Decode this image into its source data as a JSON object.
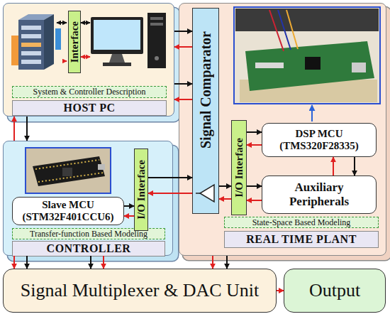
{
  "diagram": {
    "nodes": [
      {
        "text": [
          "System & Controller Description",
          "HOST PC"
        ]
      },
      {
        "text": [
          "Interface"
        ],
        "in": 0
      },
      {
        "text": [
          "Transfer-function Based Modeling",
          "CONTROLLER"
        ]
      },
      {
        "text": [
          "Slave MCU (STM32F401CCU6)"
        ],
        "in": 2
      },
      {
        "text": [
          "I/O Interface"
        ],
        "in": 2
      },
      {
        "text": [
          "State-Space Based Modeling",
          "REAL TIME PLANT"
        ]
      },
      {
        "text": [
          "Signal Comparator"
        ],
        "in": 5
      },
      {
        "text": [
          "I/O Interface"
        ],
        "in": 5
      },
      {
        "text": [
          "DSP MCU (TMS320F28335)"
        ],
        "in": 5
      },
      {
        "text": [
          "Auxiliary Peripherals"
        ],
        "in": 5
      },
      {
        "text": [
          "Signal Multiplexer & DAC Unit"
        ]
      },
      {
        "text": [
          "Output"
        ]
      }
    ],
    "edges": [
      {
        "from": 0,
        "to": 6,
        "arrow": "to"
      },
      {
        "from": 6,
        "to": 0,
        "arrow": "to"
      },
      {
        "from": 0,
        "to": 6,
        "arrow": "to"
      },
      {
        "from": 6,
        "to": 0,
        "arrow": "to"
      },
      {
        "from": 0,
        "to": 2,
        "arrow": "to"
      },
      {
        "from": 2,
        "to": 0,
        "arrow": "to"
      },
      {
        "from": 3,
        "to": 4,
        "arrow": "to"
      },
      {
        "from": 4,
        "to": 3,
        "arrow": "to"
      },
      {
        "from": 4,
        "to": 6,
        "arrow": "to"
      },
      {
        "from": 6,
        "to": 4,
        "arrow": "to"
      },
      {
        "from": 6,
        "to": 7,
        "arrow": "to"
      },
      {
        "from": 7,
        "to": 6,
        "arrow": "to"
      },
      {
        "from": 7,
        "to": 8,
        "arrow": "to"
      },
      {
        "from": 8,
        "to": 7,
        "arrow": "to"
      },
      {
        "from": 7,
        "to": 9,
        "arrow": "to"
      },
      {
        "from": 9,
        "to": 7,
        "arrow": "to"
      },
      {
        "from": 8,
        "to": 9,
        "arrow": "to"
      },
      {
        "from": 9,
        "to": 8,
        "arrow": "to"
      },
      {
        "from": 2,
        "to": 10,
        "arrow": "to"
      },
      {
        "from": 2,
        "to": 10,
        "arrow": "to"
      },
      {
        "from": 2,
        "to": 10,
        "arrow": "to"
      },
      {
        "from": 2,
        "to": 10,
        "arrow": "to"
      },
      {
        "from": 5,
        "to": 10,
        "arrow": "to"
      },
      {
        "from": 5,
        "to": 10,
        "arrow": "to"
      },
      {
        "from": 10,
        "to": 11,
        "arrow": "to"
      }
    ]
  }
}
